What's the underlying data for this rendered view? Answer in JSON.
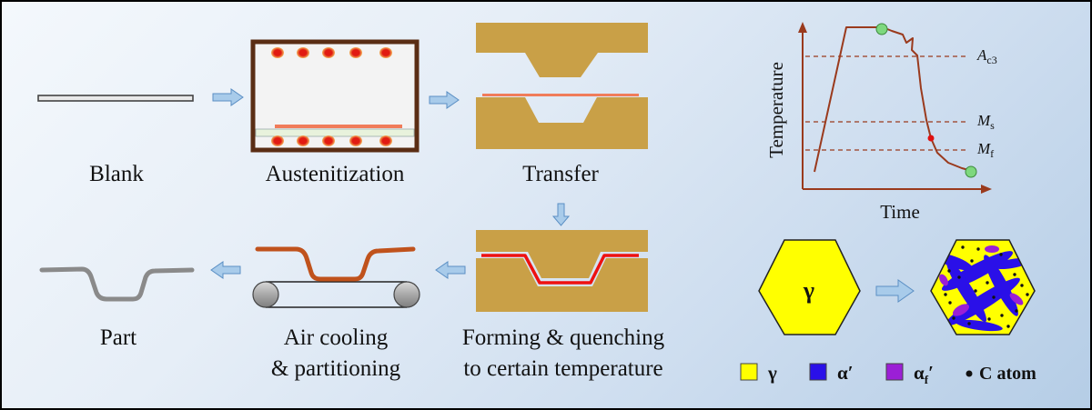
{
  "colors": {
    "blank": "#555555",
    "die": "#c9a047",
    "furnace_wall": "#5a2d14",
    "heater": "#e11b12",
    "heater_ring": "#f4b45c",
    "hot_sheet": "#f07c5a",
    "formed_hot": "#ee1111",
    "formed_cooling": "#c0521c",
    "part": "#8a8a8a",
    "arrow": "#9cc3e6",
    "curve": "#9a3a1d",
    "austenite": "#ffff00",
    "martensite": "#2a10e8",
    "fresh_martensite": "#9b1fd6"
  },
  "steps": {
    "blank": "Blank",
    "austenitization": "Austenitization",
    "transfer": "Transfer",
    "part": "Part",
    "air_cooling_line1": "Air cooling",
    "air_cooling_line2": "& partitioning",
    "forming_line1": "Forming & quenching",
    "forming_line2": "to certain temperature"
  },
  "chart": {
    "ylabel": "Temperature",
    "xlabel": "Time",
    "ac3_main": "A",
    "ac3_sub": "c3",
    "ms_main": "M",
    "ms_sub": "s",
    "mf_main": "M",
    "mf_sub": "f"
  },
  "micro": {
    "gamma": "γ"
  },
  "legend": {
    "gamma": "γ",
    "alpha_prime": "α′",
    "alpha_f_main": "α",
    "alpha_f_sub": "f",
    "alpha_f_prime": "′",
    "c_atom": "C atom"
  }
}
